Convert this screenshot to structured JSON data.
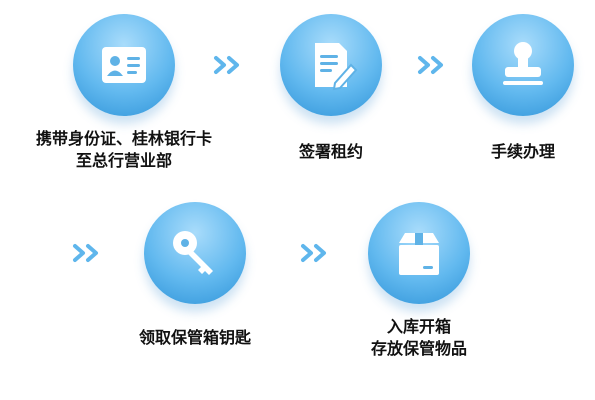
{
  "steps": [
    {
      "line1": "携带身份证、桂林银行卡",
      "line2": "至总行营业部",
      "icon": "id-card-icon"
    },
    {
      "line1": "签署租约",
      "line2": "",
      "icon": "document-sign-icon"
    },
    {
      "line1": "手续办理",
      "line2": "",
      "icon": "stamp-icon"
    },
    {
      "line1": "领取保管箱钥匙",
      "line2": "",
      "icon": "key-icon"
    },
    {
      "line1": "入库开箱",
      "line2": "存放保管物品",
      "icon": "box-icon"
    }
  ],
  "colors": {
    "circle_light": "#a9dcfb",
    "circle_dark": "#2f93d8",
    "arrow": "#5fb6ec"
  }
}
